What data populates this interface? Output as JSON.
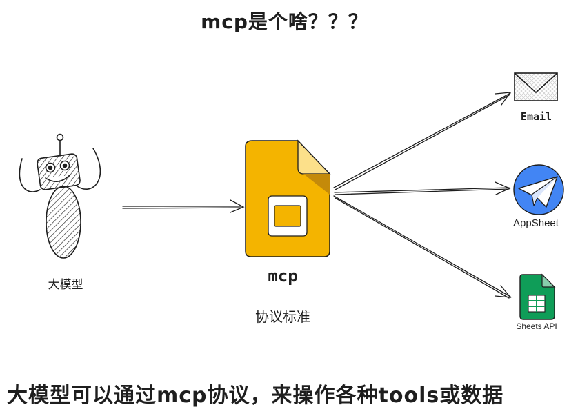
{
  "title": "mcp是个啥？？？",
  "nodes": {
    "llm_label": "大模型",
    "mcp_label": "mcp",
    "protocol_label": "协议标准",
    "email_label": "Email",
    "appsheet_label": "AppSheet",
    "sheets_label": "Sheets API"
  },
  "caption": "大模型可以通过mcp协议，来操作各种tools或数据",
  "icons": {
    "llm": "robot-icon",
    "mcp": "slides-document-icon",
    "email": "envelope-icon",
    "appsheet": "paper-plane-icon",
    "sheets": "spreadsheet-icon"
  },
  "colors": {
    "mcp_doc": "#F4B400",
    "mcp_fold": "#FCE08A",
    "appsheet_blue": "#4285F4",
    "sheets_green": "#0F9D58"
  }
}
